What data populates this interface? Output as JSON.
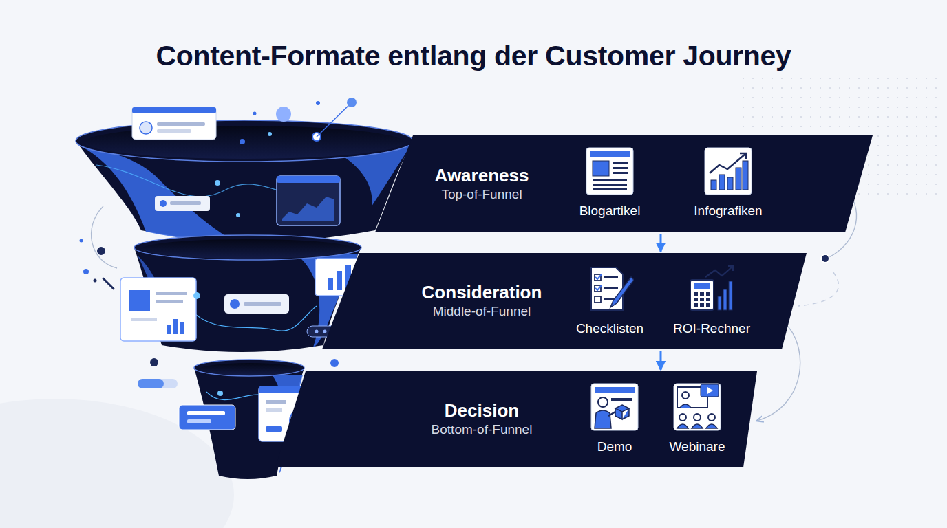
{
  "diagram": {
    "title": "Content-Formate entlang der Customer Journey",
    "nodes": [
      {
        "text": [
          "Awareness",
          "Top-of-Funnel"
        ]
      },
      {
        "text": [
          "Blogartikel"
        ],
        "in": 0
      },
      {
        "text": [
          "Infografiken"
        ],
        "in": 0
      },
      {
        "text": [
          "Consideration",
          "Middle-of-Funnel"
        ]
      },
      {
        "text": [
          "Checklisten"
        ],
        "in": 3
      },
      {
        "text": [
          "ROI-Rechner"
        ],
        "in": 3
      },
      {
        "text": [
          "Decision",
          "Bottom-of-Funnel"
        ]
      },
      {
        "text": [
          "Demo"
        ],
        "in": 6
      },
      {
        "text": [
          "Webinare"
        ],
        "in": 6
      }
    ],
    "edges": [
      {
        "from": 0,
        "to": 3,
        "arrow": "to"
      },
      {
        "from": 3,
        "to": 6,
        "arrow": "to"
      }
    ]
  }
}
